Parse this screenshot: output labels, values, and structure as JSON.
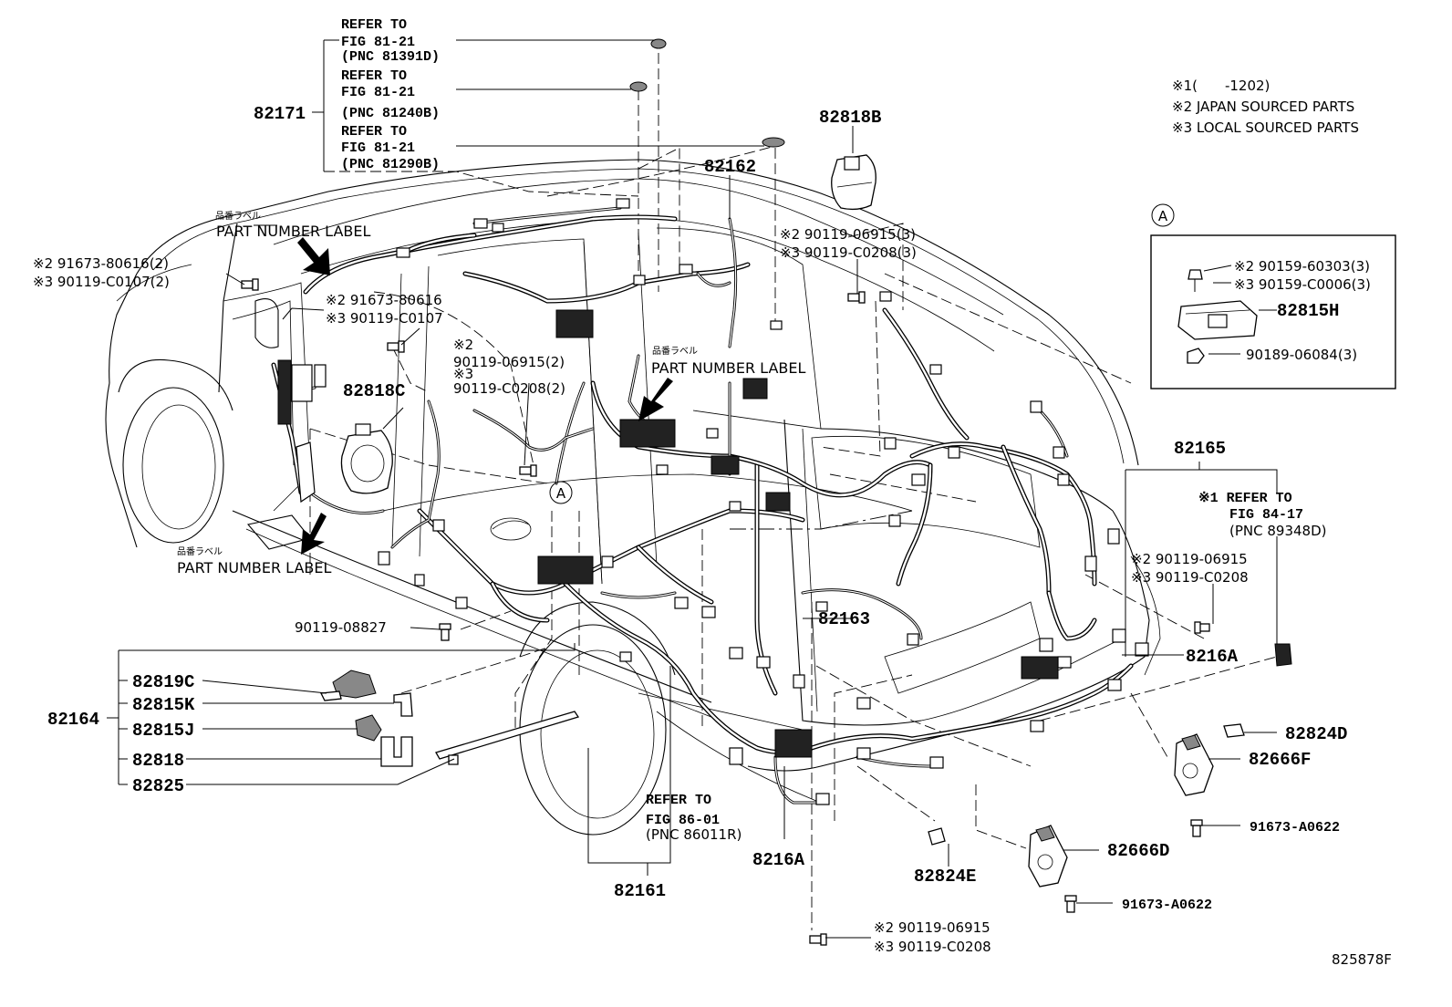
{
  "diagram_id": "825878F",
  "legend": {
    "note1": "※1(　　-1202)",
    "note2": "※2 JAPAN SOURCED PARTS",
    "note3": "※3 LOCAL SOURCED PARTS"
  },
  "refer_82171": [
    {
      "l1": "REFER TO",
      "l2": "FIG 81-21",
      "l3": "(PNC 81391D)"
    },
    {
      "l1": "REFER TO",
      "l2": "FIG 81-21",
      "l3": "(PNC 81240B)"
    },
    {
      "l1": "REFER TO",
      "l2": "FIG 81-21",
      "l3": "(PNC 81290B)"
    }
  ],
  "refer_82161": {
    "l1": "REFER TO",
    "l2": "FIG 86-01",
    "l3": "(PNC 86011R)"
  },
  "refer_82165": {
    "l1": "※1 REFER TO",
    "l2": "FIG 84-17",
    "l3": "(PNC 89348D)"
  },
  "labels": {
    "jp_label": "品番ラベル",
    "part_number_label": "PART NUMBER LABEL",
    "callout_a": "A"
  },
  "parts": {
    "p82171": "82171",
    "p82818B": "82818B",
    "p82162": "82162",
    "p82818C": "82818C",
    "p82165": "82165",
    "p82163": "82163",
    "p8216A_r": "8216A",
    "p82824D": "82824D",
    "p82666F": "82666F",
    "p82666D": "82666D",
    "p82824E": "82824E",
    "p8216A_b": "8216A",
    "p82161": "82161",
    "p82164": "82164",
    "p82819C": "82819C",
    "p82815K": "82815K",
    "p82815J": "82815J",
    "p82818": "82818",
    "p82825": "82825",
    "p82815H": "82815H"
  },
  "fasteners": {
    "f1a": "※2 91673-80616(2)",
    "f1b": "※3 90119-C0107(2)",
    "f2a": "※2 91673-80616",
    "f2b": "※3 90119-C0107",
    "f3a": "※2",
    "f3b": "90119-06915(2)",
    "f3c": "※3",
    "f3d": "90119-C0208(2)",
    "f4a": "※2 90119-06915(3)",
    "f4b": "※3 90119-C0208(3)",
    "f5a": "※2 90159-60303(3)",
    "f5b": "※3 90159-C0006(3)",
    "f5c": "90189-06084(3)",
    "f6a": "※2 90119-06915",
    "f6b": "※3 90119-C0208",
    "f7": "90119-08827",
    "f8": "91673-A0622",
    "f9": "91673-A0622",
    "f10a": "※2 90119-06915",
    "f10b": "※3 90119-C0208"
  }
}
